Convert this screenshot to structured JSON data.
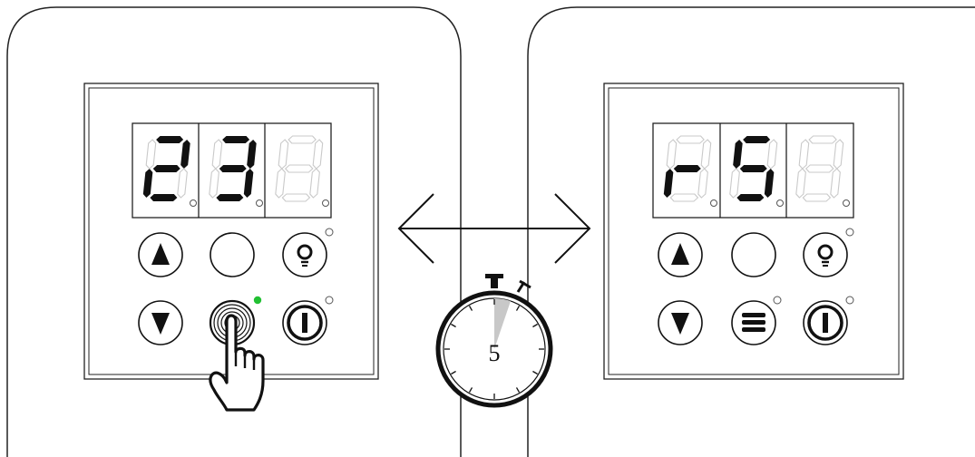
{
  "left_panel": {
    "display": [
      {
        "on": [
          "a",
          "b",
          "g",
          "e",
          "d"
        ]
      },
      {
        "on": [
          "a",
          "b",
          "g",
          "c",
          "d"
        ]
      },
      {
        "on": []
      }
    ],
    "pressed_led_color": "#22c033",
    "hand_icon": "pointing-hand-icon",
    "center_button_state": "pressed"
  },
  "right_panel": {
    "display": [
      {
        "on": [
          "e",
          "g"
        ]
      },
      {
        "on": [
          "a",
          "f",
          "g",
          "c",
          "d"
        ]
      },
      {
        "on": []
      }
    ],
    "menu_icon": "menu-lines-icon"
  },
  "timer": {
    "seconds": "5",
    "icon": "stopwatch-icon"
  },
  "arrow_icon": "double-arrow-icon",
  "colors": {
    "ink": "#111111",
    "segment_off": "#c9c9c9",
    "led_green": "#22c033"
  }
}
